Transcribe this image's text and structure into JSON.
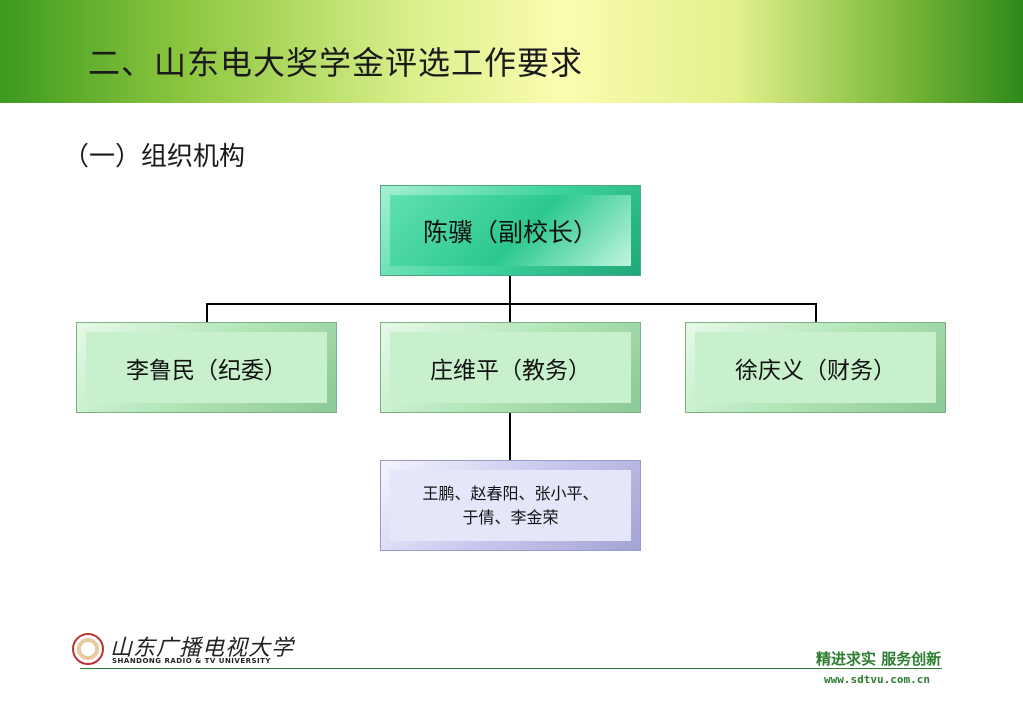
{
  "header": {
    "title": "二、山东电大奖学金评选工作要求"
  },
  "section": {
    "subtitle": "（一）组织机构"
  },
  "org_chart": {
    "root": {
      "label": "陈骥（副校长）"
    },
    "level2": [
      {
        "label": "李鲁民（纪委）"
      },
      {
        "label": "庄维平（教务）"
      },
      {
        "label": "徐庆义（财务）"
      }
    ],
    "level3": {
      "line1": "王鹏、赵春阳、张小平、",
      "line2": "于倩、李金荣"
    }
  },
  "footer": {
    "logo_cn": "山东广播电视大学",
    "logo_en": "SHANDONG RADIO & TV UNIVERSITY",
    "slogan": "精进求实  服务创新",
    "url": "www.sdtvu.com.cn"
  },
  "colors": {
    "header_green": "#3d9a1f",
    "header_yellow": "#fbfcb0",
    "root_box": "#3fd4a0",
    "level2_box": "#c8f0cc",
    "level3_box": "#e6e6fb",
    "footer_green": "#2e7d32"
  }
}
